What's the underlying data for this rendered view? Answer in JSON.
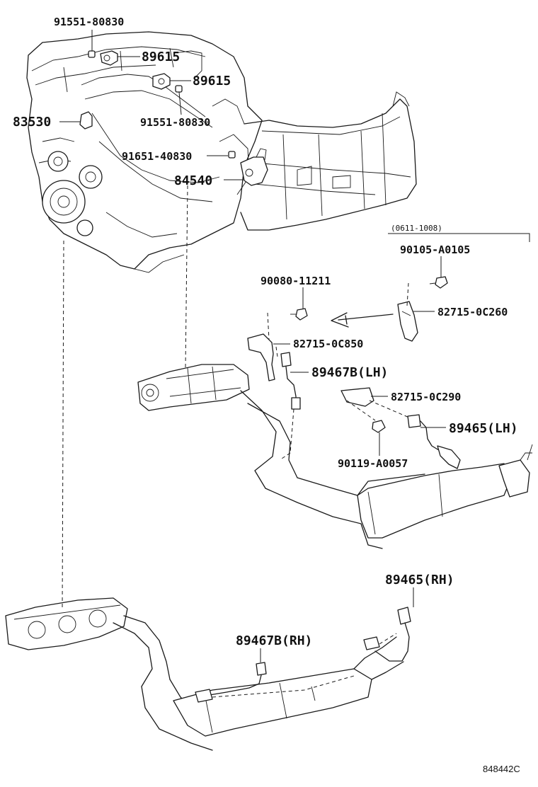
{
  "parts": {
    "bolt_91551_top": "91551-80830",
    "sensor_89615_top": "89615",
    "sensor_89615_mid": "89615",
    "bolt_91551_mid": "91551-80830",
    "sensor_83530": "83530",
    "bolt_91651": "91651-40830",
    "sensor_84540": "84540",
    "bolt_90105": "90105-A0105",
    "bolt_90080": "90080-11211",
    "bracket_82715_0C260": "82715-0C260",
    "bracket_82715_0C850": "82715-0C850",
    "sensor_89467B_LH": "89467B(LH)",
    "bracket_82715_0C290": "82715-0C290",
    "sensor_89465_LH": "89465(LH)",
    "bolt_90119": "90119-A0057",
    "sensor_89465_RH": "89465(RH)",
    "sensor_89467B_RH": "89467B(RH)"
  },
  "date_range": "(0611-1008)",
  "diagram_ref": "848442C"
}
